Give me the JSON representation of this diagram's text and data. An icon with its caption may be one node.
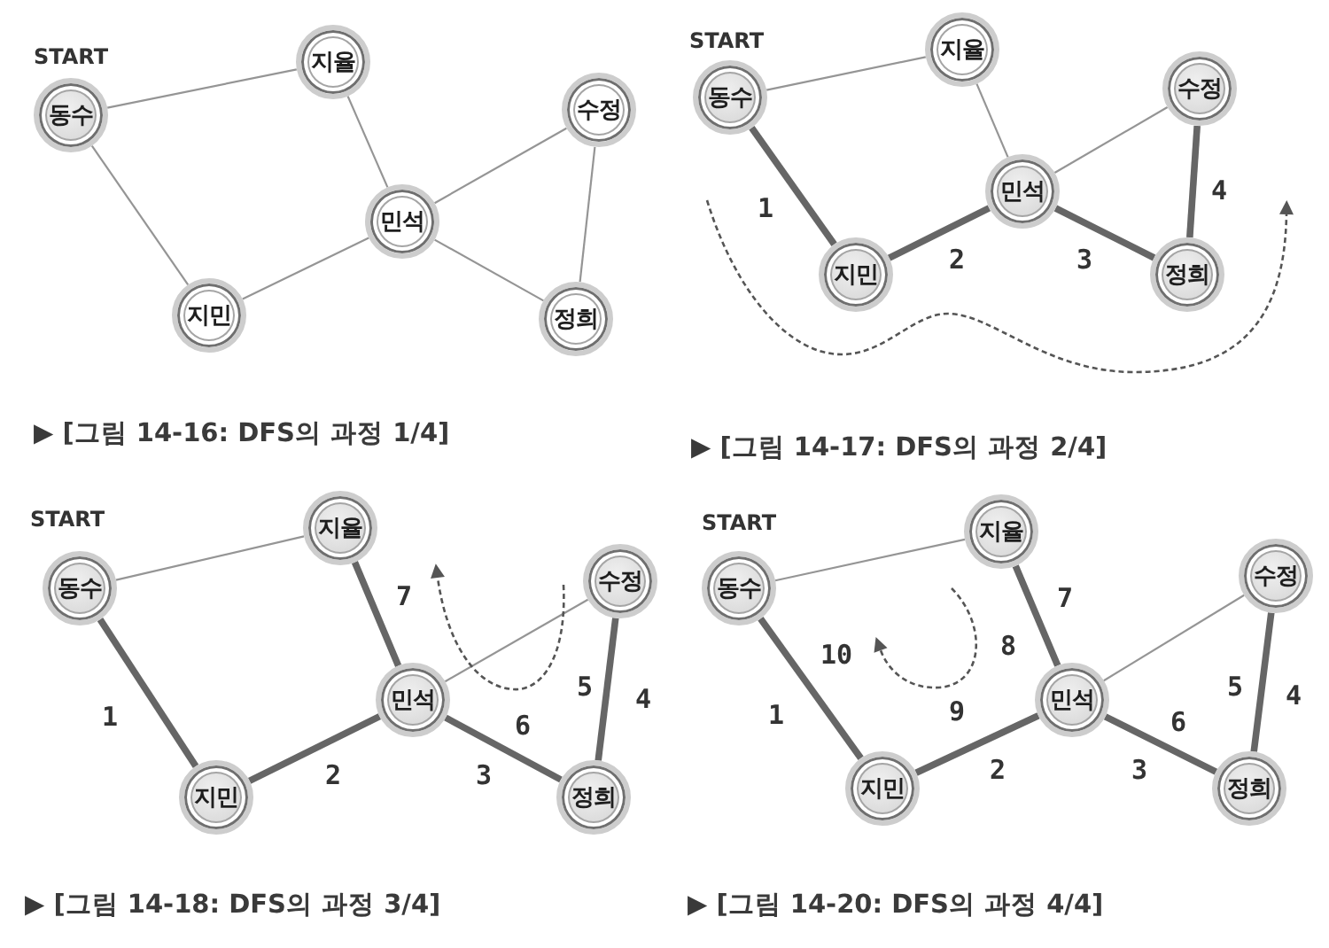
{
  "diagram": {
    "nodes": [
      {
        "text": [
          "동수"
        ],
        "beside": [
          "START"
        ]
      },
      {
        "text": [
          "지율"
        ]
      },
      {
        "text": [
          "수정"
        ]
      },
      {
        "text": [
          "민석"
        ]
      },
      {
        "text": [
          "지민"
        ]
      },
      {
        "text": [
          "정희"
        ]
      },
      {
        "text": [
          "동수"
        ],
        "beside": [
          "START"
        ]
      },
      {
        "text": [
          "지율"
        ]
      },
      {
        "text": [
          "수정"
        ]
      },
      {
        "text": [
          "민석"
        ]
      },
      {
        "text": [
          "지민"
        ]
      },
      {
        "text": [
          "정희"
        ]
      },
      {
        "text": [
          "동수"
        ],
        "beside": [
          "START"
        ]
      },
      {
        "text": [
          "지율"
        ]
      },
      {
        "text": [
          "수정"
        ]
      },
      {
        "text": [
          "민석"
        ]
      },
      {
        "text": [
          "지민"
        ]
      },
      {
        "text": [
          "정희"
        ]
      },
      {
        "text": [
          "동수"
        ],
        "beside": [
          "START"
        ]
      },
      {
        "text": [
          "지율"
        ]
      },
      {
        "text": [
          "수정"
        ]
      },
      {
        "text": [
          "민석"
        ]
      },
      {
        "text": [
          "지민"
        ]
      },
      {
        "text": [
          "정희"
        ]
      }
    ],
    "edges": [
      {
        "from": 0,
        "to": 1,
        "arrow": "none"
      },
      {
        "from": 0,
        "to": 4,
        "arrow": "none"
      },
      {
        "from": 1,
        "to": 3,
        "arrow": "none"
      },
      {
        "from": 3,
        "to": 2,
        "arrow": "none"
      },
      {
        "from": 4,
        "to": 3,
        "arrow": "none"
      },
      {
        "from": 3,
        "to": 5,
        "arrow": "none"
      },
      {
        "from": 2,
        "to": 5,
        "arrow": "none"
      },
      {
        "from": 6,
        "to": 7,
        "arrow": "none"
      },
      {
        "from": 6,
        "to": 10,
        "arrow": "none",
        "style": "thick"
      },
      {
        "from": 7,
        "to": 9,
        "arrow": "none"
      },
      {
        "from": 9,
        "to": 8,
        "arrow": "none"
      },
      {
        "from": 10,
        "to": 9,
        "arrow": "none",
        "style": "thick"
      },
      {
        "from": 9,
        "to": 11,
        "arrow": "none",
        "style": "thick"
      },
      {
        "from": 11,
        "to": 8,
        "arrow": "none",
        "style": "thick"
      },
      {
        "from": 12,
        "to": 13,
        "arrow": "none"
      },
      {
        "from": 12,
        "to": 16,
        "arrow": "none",
        "style": "thick"
      },
      {
        "from": 15,
        "to": 13,
        "arrow": "none",
        "style": "thick"
      },
      {
        "from": 15,
        "to": 14,
        "arrow": "none"
      },
      {
        "from": 16,
        "to": 15,
        "arrow": "none",
        "style": "thick"
      },
      {
        "from": 15,
        "to": 17,
        "arrow": "none",
        "style": "thick"
      },
      {
        "from": 17,
        "to": 14,
        "arrow": "none",
        "style": "thick"
      },
      {
        "from": 18,
        "to": 19,
        "arrow": "none"
      },
      {
        "from": 18,
        "to": 22,
        "arrow": "none",
        "style": "thick"
      },
      {
        "from": 21,
        "to": 19,
        "arrow": "none",
        "style": "thick"
      },
      {
        "from": 21,
        "to": 20,
        "arrow": "none"
      },
      {
        "from": 22,
        "to": 21,
        "arrow": "none",
        "style": "thick"
      },
      {
        "from": 21,
        "to": 23,
        "arrow": "none",
        "style": "thick"
      },
      {
        "from": 23,
        "to": 20,
        "arrow": "none",
        "style": "thick"
      }
    ],
    "labels": [
      "▶ [그림 14-16: DFS의 과정 1/4]",
      "1",
      "2",
      "3",
      "4",
      "▶ [그림 14-17: DFS의 과정 2/4]",
      "1",
      "2",
      "3",
      "4",
      "5",
      "6",
      "7",
      "▶ [그림 14-18: DFS의 과정 3/4]",
      "1",
      "2",
      "3",
      "4",
      "5",
      "6",
      "7",
      "8",
      "9",
      "10",
      "▶ [그림 14-20: DFS의 과정 4/4]"
    ]
  }
}
